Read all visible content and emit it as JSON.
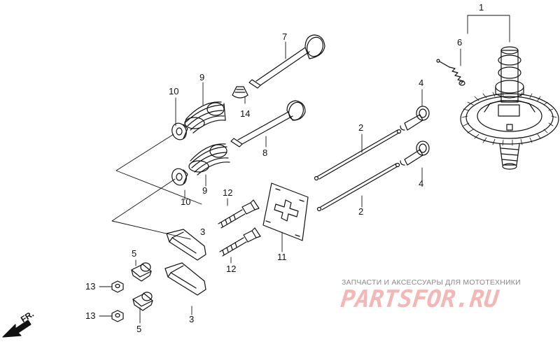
{
  "diagram": {
    "callouts": [
      {
        "id": "1",
        "text": "1"
      },
      {
        "id": "6",
        "text": "6"
      },
      {
        "id": "7",
        "text": "7"
      },
      {
        "id": "9a",
        "text": "9"
      },
      {
        "id": "10a",
        "text": "10"
      },
      {
        "id": "14",
        "text": "14"
      },
      {
        "id": "8",
        "text": "8"
      },
      {
        "id": "4a",
        "text": "4"
      },
      {
        "id": "2a",
        "text": "2"
      },
      {
        "id": "9b",
        "text": "9"
      },
      {
        "id": "10b",
        "text": "10"
      },
      {
        "id": "4b",
        "text": "4"
      },
      {
        "id": "12a",
        "text": "12"
      },
      {
        "id": "2b",
        "text": "2"
      },
      {
        "id": "3a",
        "text": "3"
      },
      {
        "id": "11",
        "text": "11"
      },
      {
        "id": "12b",
        "text": "12"
      },
      {
        "id": "5a",
        "text": "5"
      },
      {
        "id": "13a",
        "text": "13"
      },
      {
        "id": "13b",
        "text": "13"
      },
      {
        "id": "3b",
        "text": "3"
      },
      {
        "id": "5b",
        "text": "5"
      }
    ],
    "front_marker": "FR."
  },
  "watermark": {
    "tagline": "ЗАПЧАСТИ И АКСЕССУАРЫ ДЛЯ МОТОТЕХНИКИ",
    "logo": "PARTSFOR.RU"
  }
}
